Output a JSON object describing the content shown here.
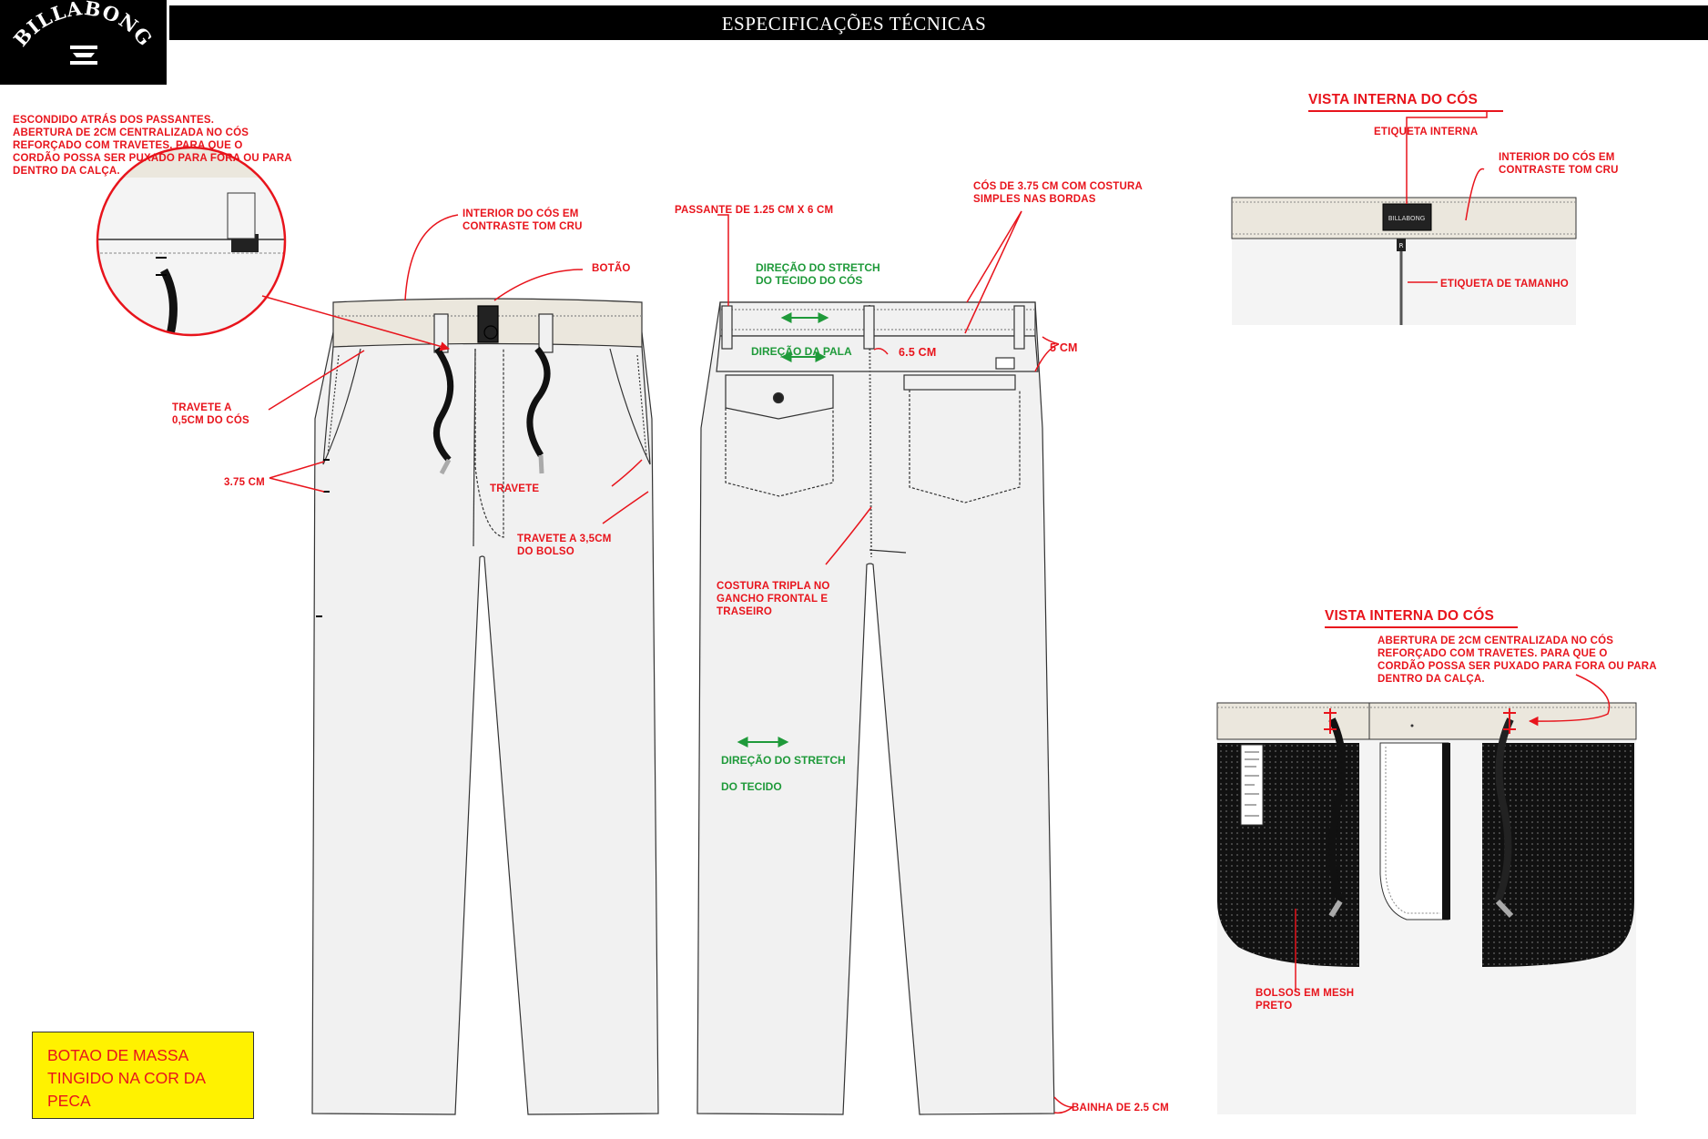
{
  "header": {
    "title": "ESPECIFICAÇÕES TÉCNICAS",
    "brand": "BILLABONG"
  },
  "front_notes": {
    "hidden_opening": "ESCONDIDO ATRÁS DOS PASSANTES.\nABERTURA DE 2CM CENTRALIZADA NO CÓS\nREFORÇADO COM TRAVETES. PARA QUE O\nCORDÃO POSSA SER PUXADO PARA FORA OU PARA\nDENTRO DA CALÇA.",
    "waistband_interior": "INTERIOR DO CÓS EM\nCONTRASTE TOM CRU",
    "button": "BOTÃO",
    "bartack_waist": "TRAVETE A\n0,5CM DO CÓS",
    "pocket_width": "3.75 CM",
    "bartack": "TRAVETE",
    "bartack_pocket": "TRAVETE A 3,5CM\nDO BOLSO"
  },
  "back_notes": {
    "belt_loop": "PASSANTE DE 1.25 CM  X  6 CM",
    "waistband": "CÓS DE 3.75 CM COM COSTURA\nSIMPLES NAS BORDAS",
    "stretch_waistband": "DIREÇÃO DO STRETCH\nDO TECIDO DO CÓS",
    "yoke_direction": "DIREÇÃO DA PALA",
    "yoke_height": "6.5 CM",
    "side_height": "5 CM",
    "triple_seam": "COSTURA TRIPLA NO\nGANCHO FRONTAL E\nTRASEIRO",
    "stretch_fabric_1": "DIREÇÃO DO STRETCH",
    "stretch_fabric_2": "DO TECIDO",
    "hem": "BAINHA DE 2.5 CM"
  },
  "inner_view_top": {
    "heading": "VISTA INTERNA DO CÓS",
    "inner_label": "ETIQUETA INTERNA",
    "interior_contrast": "INTERIOR DO CÓS EM\nCONTRASTE TOM CRU",
    "size_label": "ETIQUETA DE TAMANHO",
    "label_text": "BILLABONG",
    "size_tag": "R"
  },
  "inner_view_bottom": {
    "heading": "VISTA INTERNA DO CÓS",
    "opening_note": "ABERTURA DE 2CM CENTRALIZADA NO CÓS\nREFORÇADO COM TRAVETES. PARA QUE O\nCORDÃO POSSA SER PUXADO PARA FORA OU PARA\nDENTRO DA CALÇA.",
    "mesh_pockets": "BOLSOS EM MESH\nPRETO"
  },
  "yellow_note": "BOTAO DE MASSA\nTINGIDO NA COR DA\nPECA",
  "colors": {
    "annotation_red": "#e8141c",
    "stretch_green": "#1f9a3a",
    "waistband_cream": "#ebe7dd",
    "note_yellow": "#fff200"
  }
}
